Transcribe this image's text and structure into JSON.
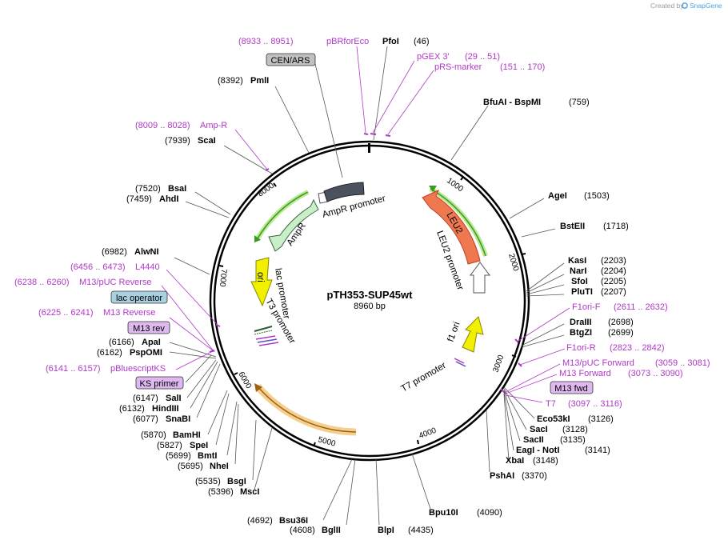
{
  "credit": {
    "text": "Created by",
    "brand": "SnapGene"
  },
  "plasmid": {
    "name": "pTH353-SUP45wt",
    "length_label": "8960 bp",
    "length": 8960
  },
  "ticks": [
    "1000",
    "2000",
    "3000",
    "4000",
    "5000",
    "6000",
    "7000",
    "8000"
  ],
  "colors": {
    "primer": "#b038c8",
    "backbone": "#000000",
    "leu2": "#f07850",
    "ampr": "#c8f0c8",
    "ori": "#f0f000",
    "cen": "#4a5260",
    "label_box_gray": "#c0c0c0",
    "label_box_lac": "#a8d0e0",
    "label_box_primer": "#e0b8f0"
  },
  "enzymes": [
    {
      "name": "PfoI",
      "pos": "(46)"
    },
    {
      "name": "BfuAI - BspMI",
      "pos": "(759)"
    },
    {
      "name": "AgeI",
      "pos": "(1503)"
    },
    {
      "name": "BstEII",
      "pos": "(1718)"
    },
    {
      "name": "KasI",
      "pos": "(2203)"
    },
    {
      "name": "NarI",
      "pos": "(2204)"
    },
    {
      "name": "SfoI",
      "pos": "(2205)"
    },
    {
      "name": "PluTI",
      "pos": "(2207)"
    },
    {
      "name": "DraIII",
      "pos": "(2698)"
    },
    {
      "name": "BtgZI",
      "pos": "(2699)"
    },
    {
      "name": "Eco53kI",
      "pos": "(3126)"
    },
    {
      "name": "SacI",
      "pos": "(3128)"
    },
    {
      "name": "SacII",
      "pos": "(3135)"
    },
    {
      "name": "EagI - NotI",
      "pos": "(3141)"
    },
    {
      "name": "XbaI",
      "pos": "(3148)"
    },
    {
      "name": "PshAI",
      "pos": "(3370)"
    },
    {
      "name": "Bpu10I",
      "pos": "(4090)"
    },
    {
      "name": "BlpI",
      "pos": "(4435)"
    },
    {
      "name": "BglII",
      "pos": "(4608)"
    },
    {
      "name": "Bsu36I",
      "pos": "(4692)"
    },
    {
      "name": "MscI",
      "pos": "(5396)"
    },
    {
      "name": "BsgI",
      "pos": "(5535)"
    },
    {
      "name": "NheI",
      "pos": "(5695)"
    },
    {
      "name": "BmtI",
      "pos": "(5699)"
    },
    {
      "name": "SpeI",
      "pos": "(5827)"
    },
    {
      "name": "BamHI",
      "pos": "(5870)"
    },
    {
      "name": "SnaBI",
      "pos": "(6077)"
    },
    {
      "name": "HindIII",
      "pos": "(6132)"
    },
    {
      "name": "SalI",
      "pos": "(6147)"
    },
    {
      "name": "PspOMI",
      "pos": "(6162)"
    },
    {
      "name": "ApaI",
      "pos": "(6166)"
    },
    {
      "name": "AlwNI",
      "pos": "(6982)"
    },
    {
      "name": "AhdI",
      "pos": "(7459)"
    },
    {
      "name": "BsaI",
      "pos": "(7520)"
    },
    {
      "name": "ScaI",
      "pos": "(7939)"
    },
    {
      "name": "PmlI",
      "pos": "(8392)"
    }
  ],
  "primers": [
    {
      "name": "pBRforEco",
      "pos": "(8933 .. 8951)"
    },
    {
      "name": "pGEX 3'",
      "pos": "(29 .. 51)"
    },
    {
      "name": "pRS-marker",
      "pos": "(151 .. 170)"
    },
    {
      "name": "Amp-R",
      "pos": "(8009 .. 8028)"
    },
    {
      "name": "L4440",
      "pos": "(6456 .. 6473)"
    },
    {
      "name": "M13/pUC Reverse",
      "pos": "(6238 .. 6260)"
    },
    {
      "name": "M13 Reverse",
      "pos": "(6225 .. 6241)"
    },
    {
      "name": "pBluescriptKS",
      "pos": "(6141 .. 6157)"
    },
    {
      "name": "F1ori-F",
      "pos": "(2611 .. 2632)"
    },
    {
      "name": "F1ori-R",
      "pos": "(2823 .. 2842)"
    },
    {
      "name": "M13/pUC Forward",
      "pos": "(3059 .. 3081)"
    },
    {
      "name": "M13 Forward",
      "pos": "(3073 .. 3090)"
    },
    {
      "name": "T7",
      "pos": "(3097 .. 3116)"
    }
  ],
  "boxes": {
    "cen_ars": "CEN/ARS",
    "lac_operator": "lac operator",
    "m13_rev": "M13 rev",
    "ks_primer": "KS primer",
    "m13_fwd": "M13 fwd"
  },
  "features": {
    "leu2": "LEU2",
    "leu2_promoter": "LEU2 promoter",
    "ampr": "AmpR",
    "ampr_promoter": "AmpR promoter",
    "ori": "ori",
    "f1_ori": "f1 ori",
    "lac_promoter": "lac promoter",
    "t3_promoter": "T3 promoter",
    "t7_promoter": "T7 promoter"
  }
}
